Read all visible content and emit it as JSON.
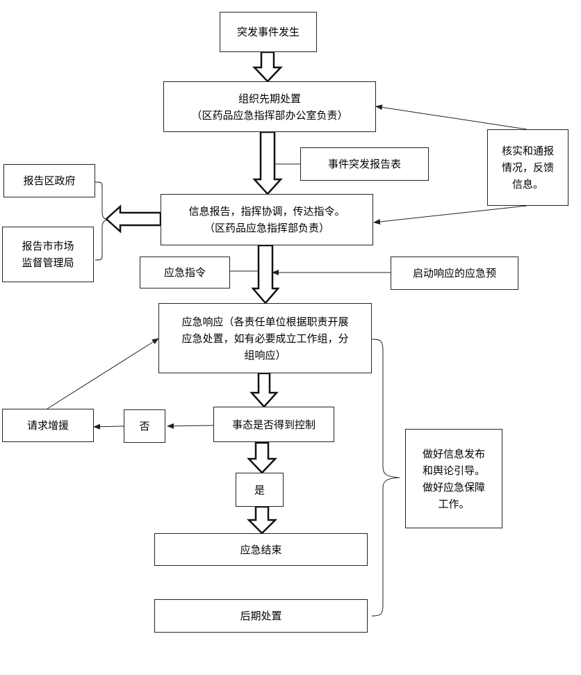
{
  "nodes": {
    "event": {
      "lines": [
        "突发事件发生"
      ]
    },
    "initial": {
      "lines": [
        "组织先期处置",
        "（区药品应急指挥部办公室负责）"
      ]
    },
    "report_form": {
      "lines": [
        "事件突发报告表"
      ]
    },
    "verify": {
      "lines": [
        "核实和通报",
        "情况，反馈",
        "信息。"
      ]
    },
    "report_gov": {
      "lines": [
        "报告区政府"
      ]
    },
    "report_market": {
      "lines": [
        "报告市市场",
        "监督管理局"
      ]
    },
    "info_report": {
      "lines": [
        "信息报告，指挥协调，传达指令。",
        "（区药品应急指挥部负责）"
      ]
    },
    "order": {
      "lines": [
        "应急指令"
      ]
    },
    "start_plan": {
      "lines": [
        "启动响应的应急预"
      ]
    },
    "response": {
      "lines": [
        "应急响应（各责任单位根据职责开展",
        "应急处置，如有必要成立工作组，分",
        "组响应）"
      ]
    },
    "request": {
      "lines": [
        "请求增援"
      ]
    },
    "no": {
      "lines": [
        "否"
      ]
    },
    "controlled": {
      "lines": [
        "事态是否得到控制"
      ]
    },
    "yes": {
      "lines": [
        "是"
      ]
    },
    "end": {
      "lines": [
        "应急结束"
      ]
    },
    "aftermath": {
      "lines": [
        "后期处置"
      ]
    },
    "publicity": {
      "lines": [
        "做好信息发布",
        "和舆论引导。",
        "做好应急保障",
        "工作。"
      ]
    }
  }
}
